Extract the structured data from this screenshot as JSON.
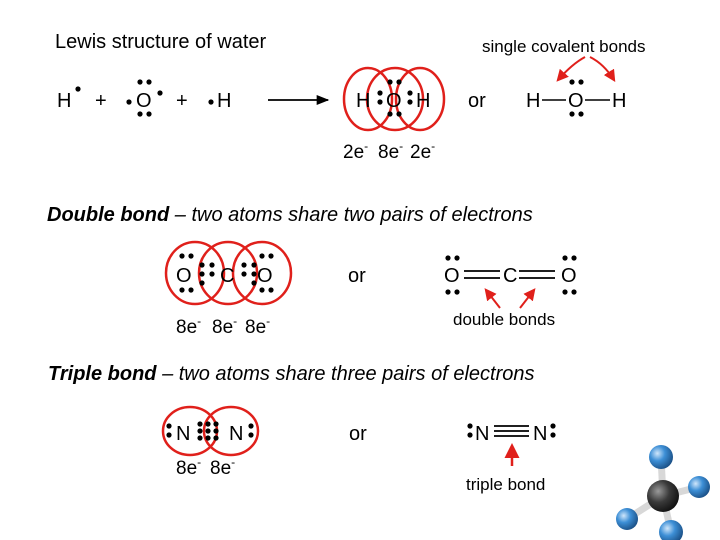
{
  "title": "Lewis structure of water",
  "reaction": {
    "h1": "H",
    "plus1": "+",
    "o": "O",
    "plus2": "+",
    "h2": "H",
    "h_left": "H",
    "o_center": "O",
    "h_right": "H",
    "or": "or",
    "bonded_h_left": "H",
    "bonded_o": "O",
    "bonded_h_right": "H"
  },
  "single_bonds_label": "single covalent bonds",
  "water_counts": [
    {
      "value": "2e",
      "sup": "-"
    },
    {
      "value": "8e",
      "sup": "-"
    },
    {
      "value": "2e",
      "sup": "-"
    }
  ],
  "double_heading": {
    "bold_italic": "Double bond",
    "rest": " – two atoms share two pairs of electrons"
  },
  "co2": {
    "o_left": "O",
    "c": "C",
    "o_right": "O",
    "or": "or",
    "bonded_o_left": "O",
    "bonded_c": "C",
    "bonded_o_right": "O"
  },
  "co2_counts": [
    {
      "value": "8e",
      "sup": "-"
    },
    {
      "value": "8e",
      "sup": "-"
    },
    {
      "value": "8e",
      "sup": "-"
    }
  ],
  "double_bonds_label": "double bonds",
  "triple_heading": {
    "bold_italic": "Triple bond",
    "rest": " – two atoms share three pairs of electrons"
  },
  "n2": {
    "n_left": "N",
    "n_right": "N",
    "or": "or",
    "bonded_n_left": "N",
    "bonded_n_right": "N"
  },
  "n2_counts": [
    {
      "value": "8e",
      "sup": "-"
    },
    {
      "value": "8e",
      "sup": "-"
    }
  ],
  "triple_bond_label": "triple bond",
  "colors": {
    "ring": "#e0201b",
    "arrow": "#e0201b",
    "dot": "#000000",
    "molecule_ball": "#3d8fd6",
    "molecule_center": "#3a3a3a"
  },
  "icons": {
    "molecule": "tetrahedral-molecule-icon",
    "reaction_arrow": "right-arrow-icon"
  }
}
